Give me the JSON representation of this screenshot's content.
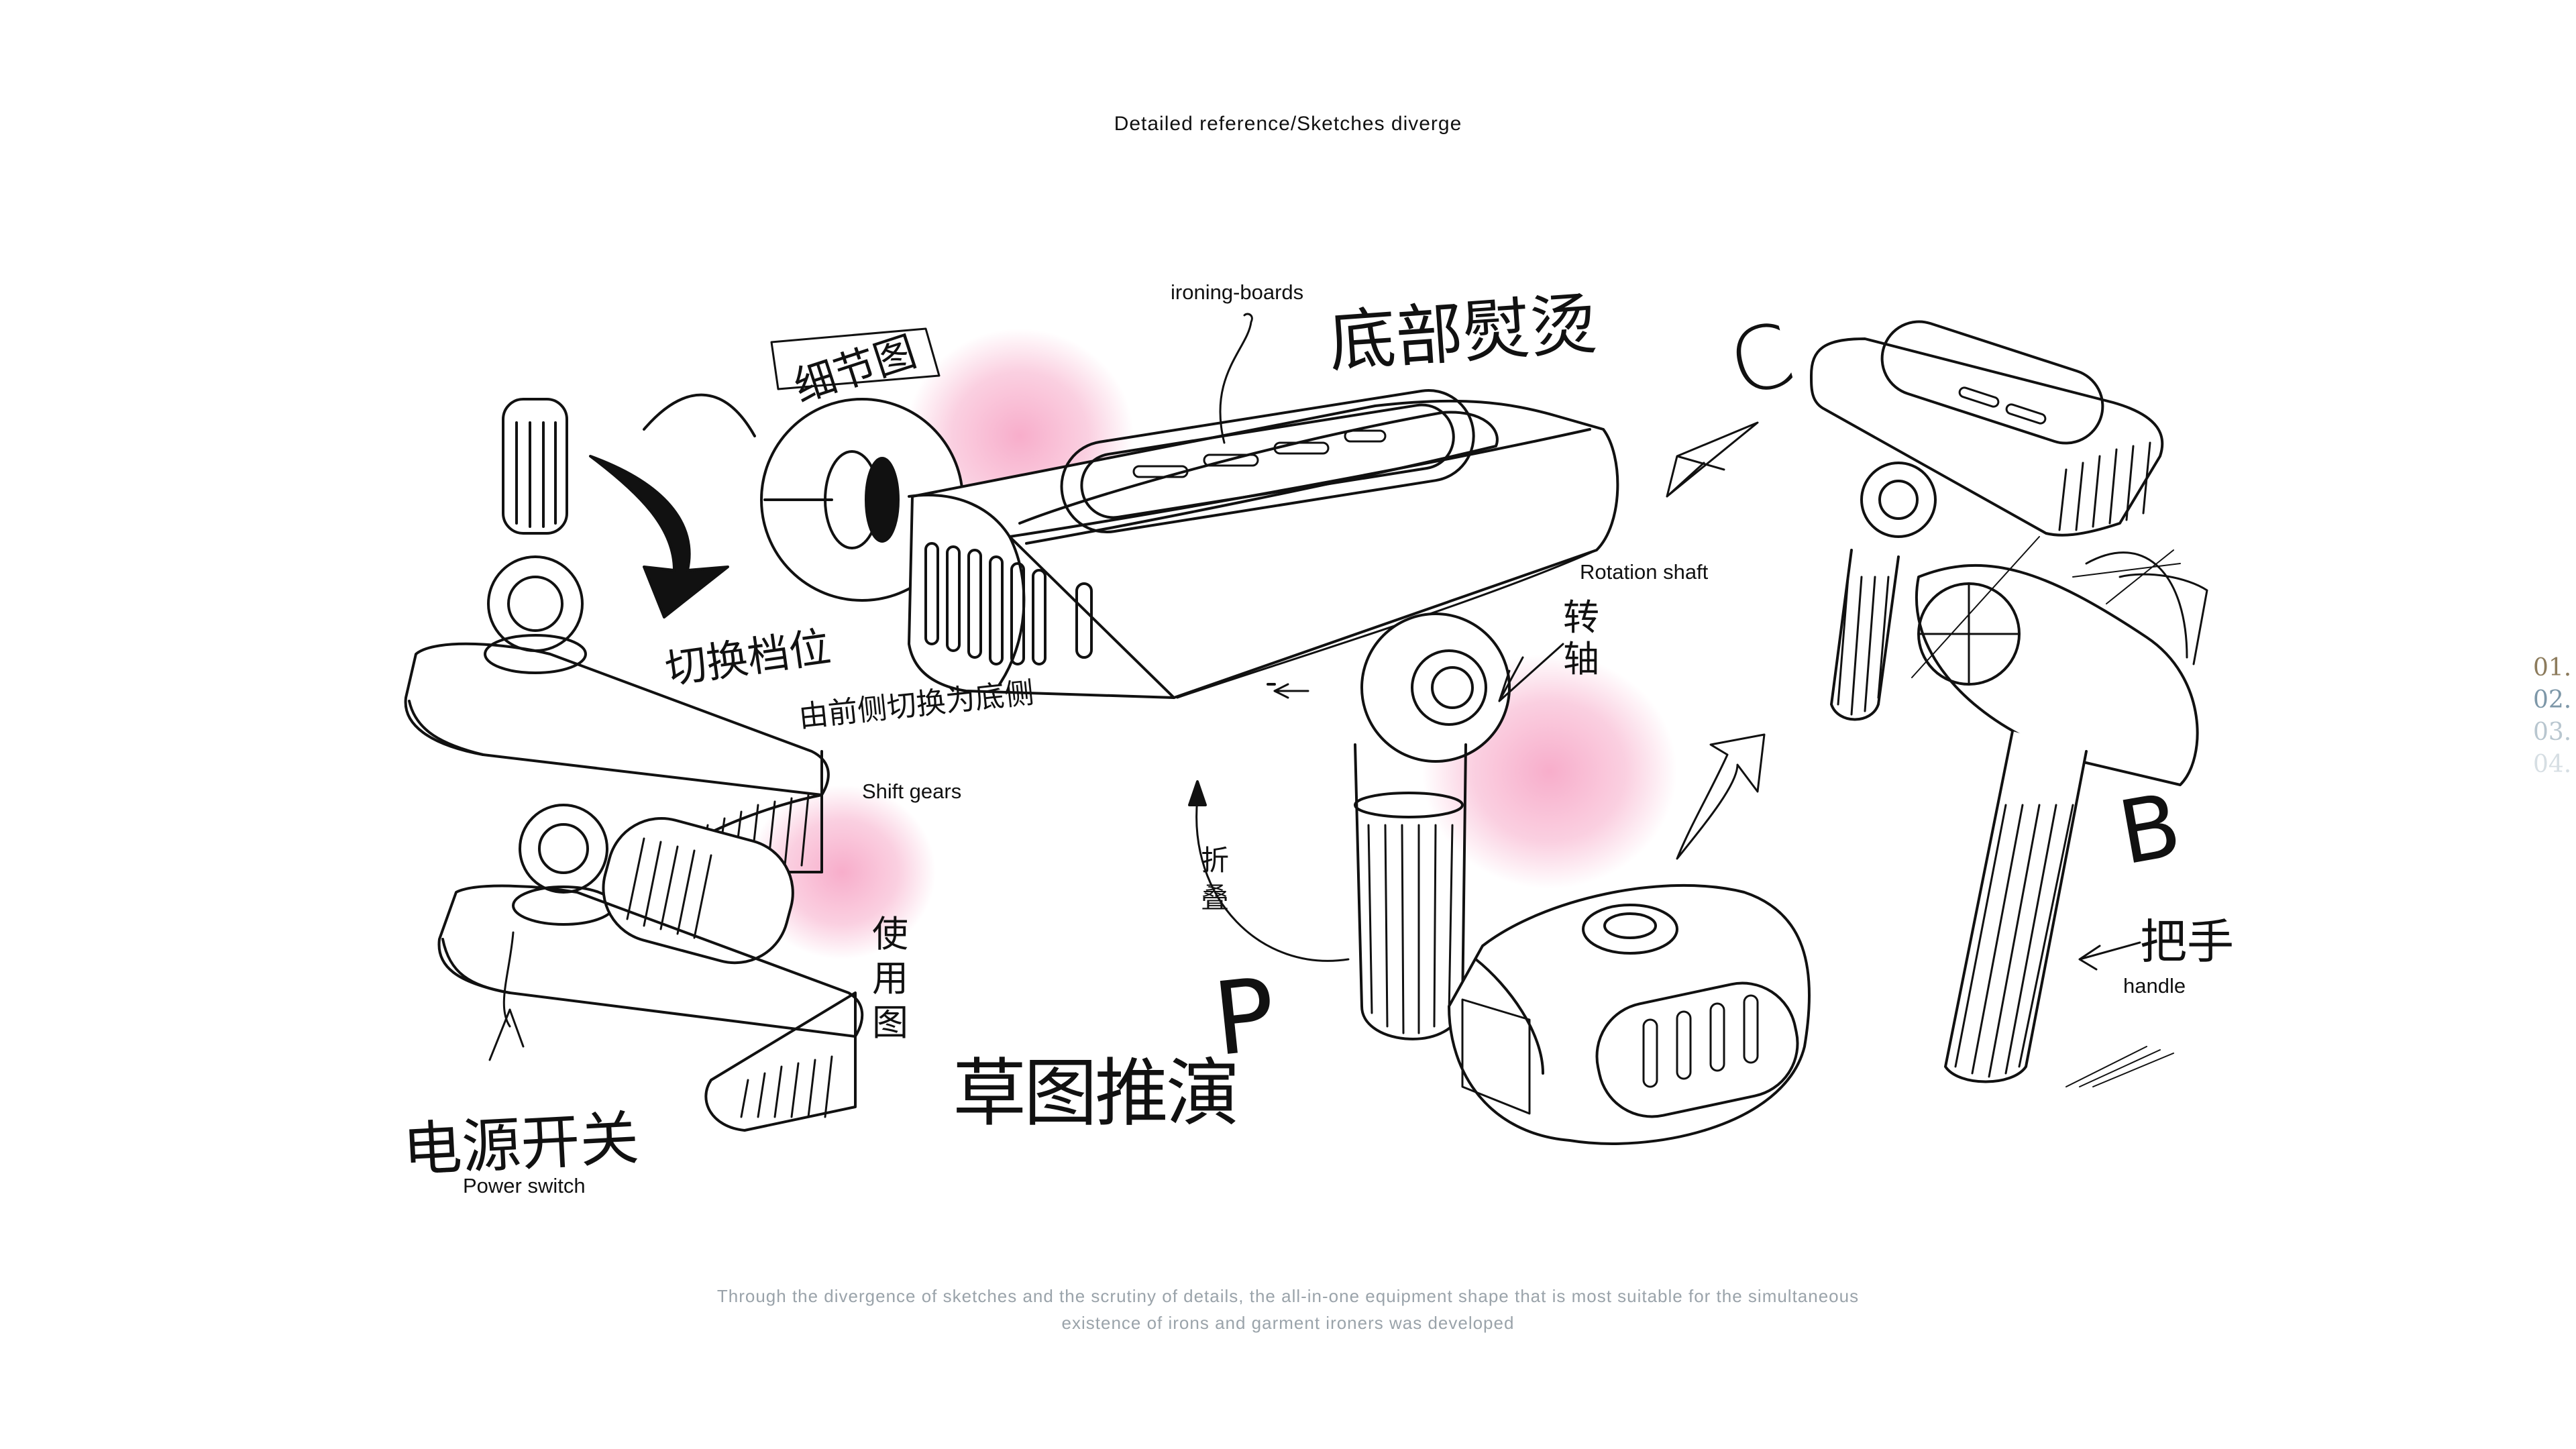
{
  "header": {
    "title": "Detailed reference/Sketches diverge"
  },
  "labels": {
    "ironing_boards": "ironing-boards",
    "rotation_shaft": "Rotation shaft",
    "shift_gears": "Shift gears",
    "handle": "handle",
    "power_switch": "Power switch"
  },
  "handwriting": {
    "bottom_ironing": "底部熨烫",
    "detail_view": "细节图",
    "switch_gear": "切换档位",
    "front_to_bottom": "由前侧切换为底侧",
    "use_view": "使用图",
    "sketch_derivation": "草图推演",
    "power_switch_cn": "电源开关",
    "rotation_shaft_cn": "转轴",
    "fold": "折叠",
    "handle_cn": "把手",
    "letter_c": "C",
    "letter_b": "B",
    "letter_p": "P"
  },
  "caption": {
    "line1": "Through the divergence of sketches and the scrutiny of details, the all-in-one equipment shape that is most suitable for the simultaneous",
    "line2": "existence of irons and garment ironers was developed"
  },
  "pager": {
    "items": [
      {
        "label": "01.",
        "color": "#8c7b5c"
      },
      {
        "label": "02.",
        "color": "#7d97a8"
      },
      {
        "label": "03.",
        "color": "#b8c6cf"
      },
      {
        "label": "04.",
        "color": "#d6dee3"
      }
    ]
  },
  "colors": {
    "highlight": "#f7a9c8",
    "ink": "#111111",
    "caption": "#9aa3aa"
  }
}
